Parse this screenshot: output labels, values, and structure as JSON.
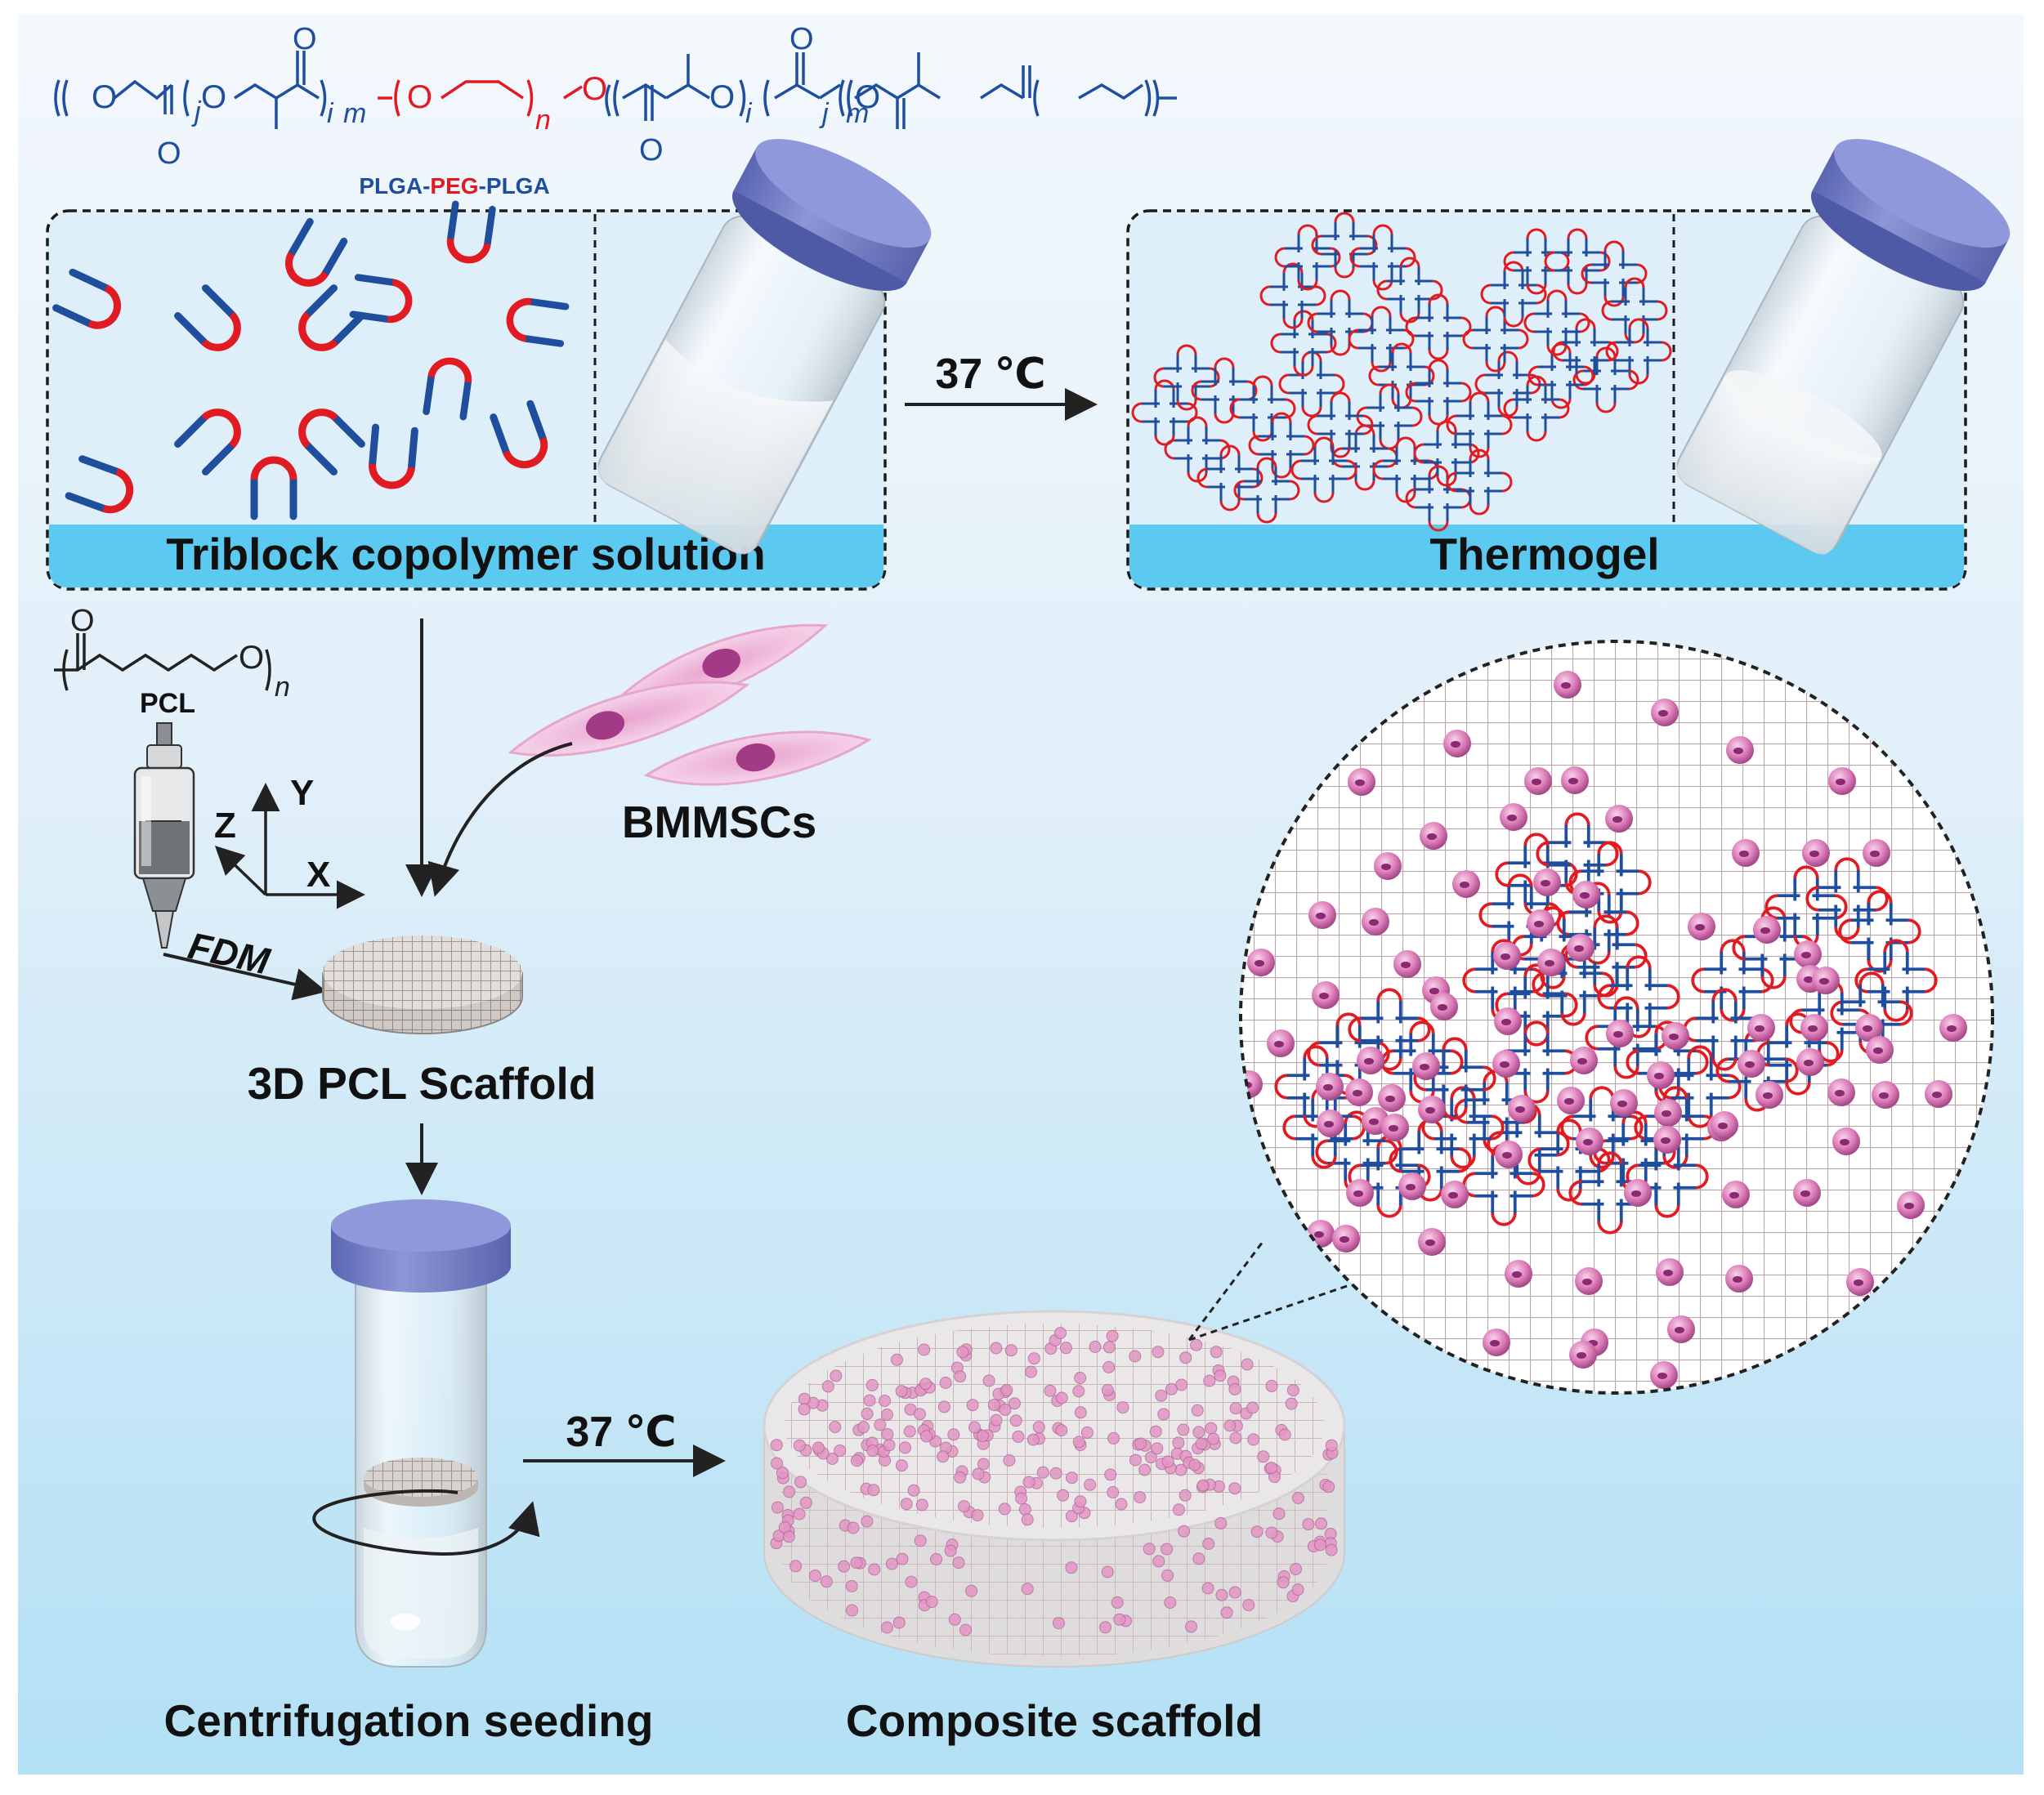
{
  "structures": {
    "plga_peg_plga": {
      "atoms": {
        "o": "O",
        "j": "j",
        "i": "i",
        "m": "m",
        "n": "n"
      },
      "label_parts": [
        "PLGA",
        "-",
        "PEG",
        "-",
        "PLGA"
      ]
    },
    "pcl": {
      "atom_o": "O",
      "repeat": "n",
      "label": "PCL"
    }
  },
  "labels": {
    "triblock_solution": "Triblock copolymer solution",
    "thermogel": "Thermogel",
    "temp_top": "37 ℃",
    "temp_bottom": "37 ℃",
    "bmmscs": "BMMSCs",
    "fdm": "FDM",
    "scaffold": "3D PCL Scaffold",
    "centrifugation": "Centrifugation seeding",
    "composite": "Composite scaffold"
  },
  "axes": {
    "x": "X",
    "y": "Y",
    "z": "Z"
  },
  "colors": {
    "plga_blue": "#1f4e9c",
    "peg_red": "#e11b22",
    "panel_fill": "#dceffa",
    "label_strip": "#5ccaf0",
    "cap_purple": "#7b84c9",
    "cell_pink": "#e08cc0",
    "nucleus": "#a23a86"
  }
}
